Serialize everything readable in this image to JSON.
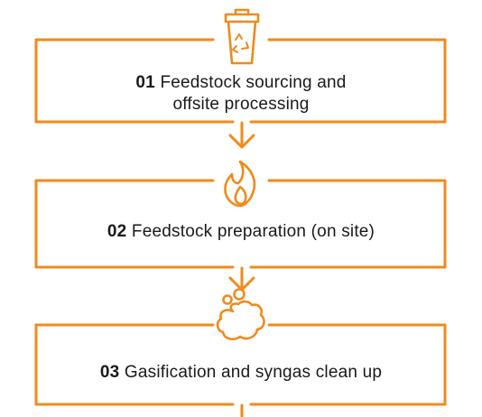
{
  "diagram": {
    "accent_color": "#F08A1C",
    "icons": [
      "recycle-bin-icon",
      "flame-icon",
      "gas-cloud-icon"
    ],
    "steps": [
      {
        "number": "01",
        "label": "Feedstock sourcing and",
        "label_line2": "offsite processing"
      },
      {
        "number": "02",
        "label": "Feedstock preparation (on site)"
      },
      {
        "number": "03",
        "label": "Gasification and syngas clean up"
      }
    ]
  }
}
